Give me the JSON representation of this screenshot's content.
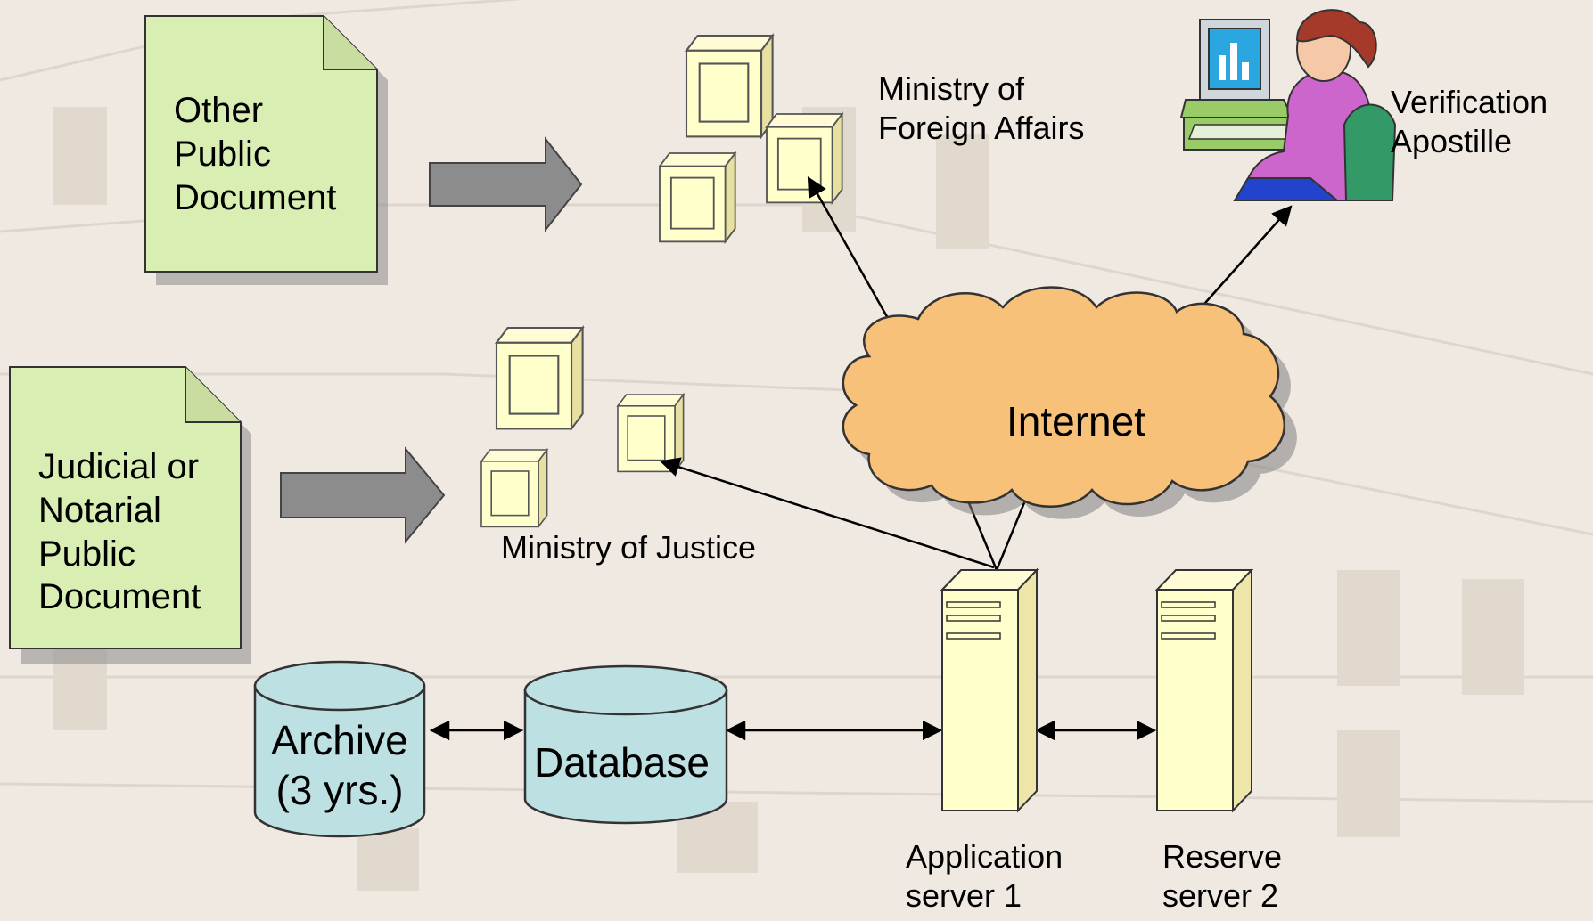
{
  "documents": {
    "other": [
      "Other",
      "Public",
      "Document"
    ],
    "judicial": [
      "Judicial or",
      "Notarial",
      "Public",
      "Document"
    ]
  },
  "offices": {
    "foreign_affairs": [
      "Ministry of",
      "Foreign Affairs"
    ],
    "justice": "Ministry of Justice",
    "verification": [
      "Verification",
      "Apostille"
    ]
  },
  "network": {
    "cloud": "Internet"
  },
  "storage": {
    "archive": [
      "Archive",
      "(3 yrs.)"
    ],
    "database": "Database"
  },
  "servers": {
    "application": [
      "Application",
      "server 1"
    ],
    "reserve": [
      "Reserve",
      "server 2"
    ]
  },
  "colors": {
    "document_fill": "#d9eeb2",
    "cloud_fill": "#f8c17a",
    "cylinder_fill": "#bde0e3",
    "server_fill": "#ffffcc",
    "arrow_fill": "#8c8c8c"
  }
}
